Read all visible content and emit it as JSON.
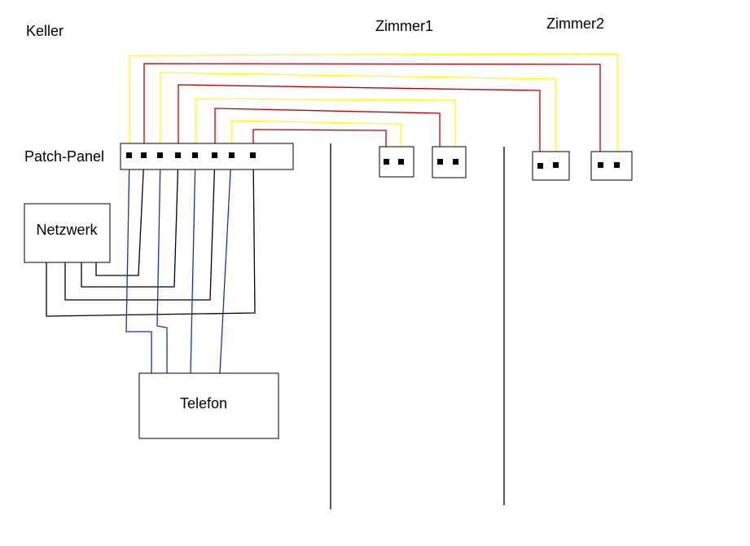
{
  "labels": {
    "keller": "Keller",
    "zimmer1": "Zimmer1",
    "zimmer2": "Zimmer2",
    "patch_panel": "Patch-Panel",
    "netzwerk": "Netzwerk",
    "telefon": "Telefon"
  },
  "colors": {
    "yellow_wire": "#ffff00",
    "red_wire": "#c00000",
    "blue_wire": "#1f2fb0",
    "black_wire": "#000000",
    "outline": "#000000"
  }
}
